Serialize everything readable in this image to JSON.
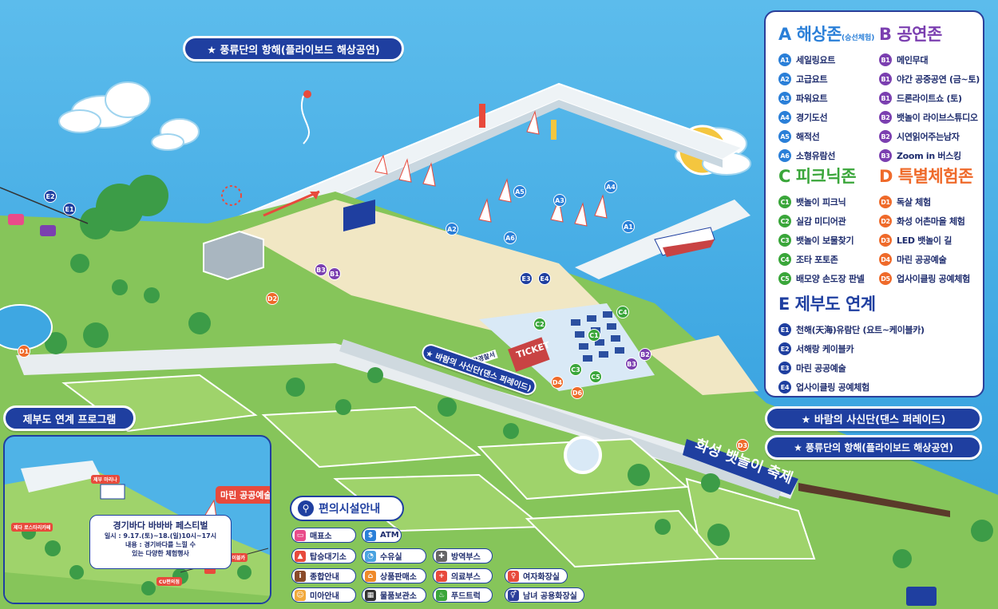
{
  "banners": {
    "top": "★ 풍류단의 항해(플라이보드 해상공연)",
    "jebudo_program": "제부도 연계 프로그램",
    "dance_parade": "★ 바람의 사신단(댄스 퍼레이드)",
    "flyboard": "★ 풍류단의 항해(플라이보드 해상공연)",
    "road_parade": "★ 바람의 사신단(댄스 퍼레이드)",
    "festival_sign": "화성 뱃놀이 축제"
  },
  "map_labels": {
    "ticket": "TICKET",
    "haeyang_police": "해양경찰서"
  },
  "zones": [
    {
      "letter": "A",
      "title": "해상존",
      "sub": "(승선체험)",
      "color": "#2a7fd8",
      "items": [
        {
          "code": "A1",
          "label": "세일링요트"
        },
        {
          "code": "A2",
          "label": "고급요트"
        },
        {
          "code": "A3",
          "label": "파워요트"
        },
        {
          "code": "A4",
          "label": "경기도선"
        },
        {
          "code": "A5",
          "label": "해적선"
        },
        {
          "code": "A6",
          "label": "소형유람선"
        }
      ]
    },
    {
      "letter": "B",
      "title": "공연존",
      "sub": "",
      "color": "#7b3fb0",
      "items": [
        {
          "code": "B1",
          "label": "메인무대"
        },
        {
          "code": "B1",
          "label": "야간 공중공연 (금~토)"
        },
        {
          "code": "B1",
          "label": "드론라이트쇼 (토)"
        },
        {
          "code": "B2",
          "label": "뱃놀이 라이브스튜디오"
        },
        {
          "code": "B2",
          "label": "시연읽어주는남자"
        },
        {
          "code": "B3",
          "label": "Zoom in 버스킹"
        }
      ]
    },
    {
      "letter": "C",
      "title": "피크닉존",
      "sub": "",
      "color": "#3aa63a",
      "items": [
        {
          "code": "C1",
          "label": "뱃놀이 피크닉"
        },
        {
          "code": "C2",
          "label": "실감 미디어관"
        },
        {
          "code": "C3",
          "label": "뱃놀이 보물찾기"
        },
        {
          "code": "C4",
          "label": "조타 포토존"
        },
        {
          "code": "C5",
          "label": "배모양 손도장 판넬"
        }
      ]
    },
    {
      "letter": "D",
      "title": "특별체험존",
      "sub": "",
      "color": "#ef6a2a",
      "items": [
        {
          "code": "D1",
          "label": "독살 체험"
        },
        {
          "code": "D2",
          "label": "화성 어촌마을 체험"
        },
        {
          "code": "D3",
          "label": "LED 뱃놀이 길"
        },
        {
          "code": "D4",
          "label": "마린 공공예술"
        },
        {
          "code": "D5",
          "label": "업사이클링 공예체험"
        }
      ]
    },
    {
      "letter": "E",
      "title": "제부도 연계",
      "sub": "",
      "color": "#1f3fa0",
      "items": [
        {
          "code": "E1",
          "label": "천해(天海)유람단 (요트~케이블카)"
        },
        {
          "code": "E2",
          "label": "서해랑 케이블카"
        },
        {
          "code": "E3",
          "label": "마린 공공예술"
        },
        {
          "code": "E4",
          "label": "업사이클링 공예체험"
        }
      ]
    }
  ],
  "facilities": {
    "title": "편의시설안내",
    "items": [
      {
        "label": "매표소",
        "icon": "ticket-icon",
        "color": "#e94b8a"
      },
      {
        "label": "ATM",
        "icon": "atm-icon",
        "color": "#2a7fd8"
      },
      {
        "label": "탑승대기소",
        "icon": "boarding-icon",
        "color": "#e84a3c"
      },
      {
        "label": "수유실",
        "icon": "nursing-icon",
        "color": "#4aa3e0"
      },
      {
        "label": "방역부스",
        "icon": "quarantine-icon",
        "color": "#666666"
      },
      {
        "label": "종합안내",
        "icon": "info-icon",
        "color": "#8a4b2a"
      },
      {
        "label": "상품판매소",
        "icon": "shop-icon",
        "color": "#ef8a2a"
      },
      {
        "label": "의료부스",
        "icon": "medical-icon",
        "color": "#e84a3c"
      },
      {
        "label": "여자화장실",
        "icon": "women-restroom-icon",
        "color": "#e84a3c"
      },
      {
        "label": "미아안내",
        "icon": "lost-child-icon",
        "color": "#f2a93b"
      },
      {
        "label": "물품보관소",
        "icon": "locker-icon",
        "color": "#333333"
      },
      {
        "label": "푸드트럭",
        "icon": "food-truck-icon",
        "color": "#3aa63a"
      },
      {
        "label": "남녀 공용화장실",
        "icon": "restroom-icon",
        "color": "#2b3f9a"
      }
    ]
  },
  "inset": {
    "title": "경기바다 바바바 페스티벌",
    "line1": "일시 : 9.17.(토)~18.(일)10시~17시",
    "line2": "내용 : 경기바다를 느낄 수",
    "line3": "있는 다양한 체험행사",
    "tag_marina": "마린 공공예술",
    "tag_jebu": "제부 마리나",
    "tag_rose": "제다 로스타리카페",
    "tag_cu": "CU편의점",
    "tag_cable": "케이블카"
  }
}
